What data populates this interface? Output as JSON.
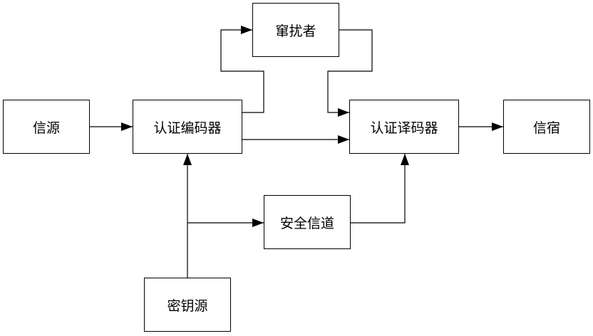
{
  "boxes": {
    "source": "信源",
    "encoder": "认证编码器",
    "interferer": "窜扰者",
    "decoder": "认证译码器",
    "sink": "信宿",
    "secure_channel": "安全信道",
    "key_source": "密钥源"
  },
  "colors": {
    "line": "#000000",
    "box_border": "#000000",
    "background": "#ffffff"
  }
}
